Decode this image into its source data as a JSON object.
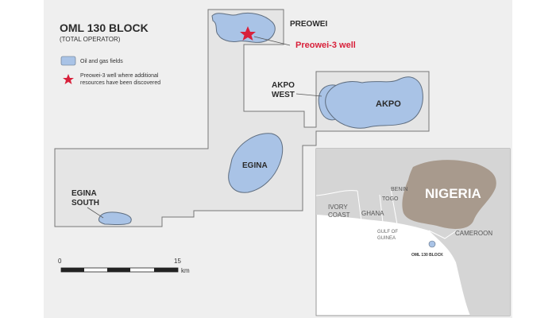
{
  "title": "OML 130 BLOCK",
  "subtitle": "(TOTAL OPERATOR)",
  "legend": {
    "fields_label": "Oil and gas fields",
    "well_label_line1": "Preowei-3 well where additional",
    "well_label_line2": "resources have been discovered"
  },
  "fields": {
    "preowei": "PREOWEI",
    "preowei_well": "Preowei-3 well",
    "akpo_west_line1": "AKPO",
    "akpo_west_line2": "WEST",
    "akpo": "AKPO",
    "egina": "EGINA",
    "egina_south_line1": "EGINA",
    "egina_south_line2": "SOUTH"
  },
  "scale": {
    "start": "0",
    "end": "15",
    "unit": "km"
  },
  "inset": {
    "nigeria": "NIGERIA",
    "benin": "BENIN",
    "togo": "TOGO",
    "ivory_coast_line1": "IVORY",
    "ivory_coast_line2": "COAST",
    "ghana": "GHANA",
    "gulf_line1": "GULF OF",
    "gulf_line2": "GUINEA",
    "cameroon": "CAMEROON",
    "block_label": "OML 130 BLOCK"
  },
  "colors": {
    "field_fill": "#a9c3e6",
    "field_stroke": "#5f6e80",
    "block_fill": "#e5e5e5",
    "block_stroke": "#777777",
    "well_red": "#d8203a",
    "nigeria_fill": "#a89a8d"
  }
}
